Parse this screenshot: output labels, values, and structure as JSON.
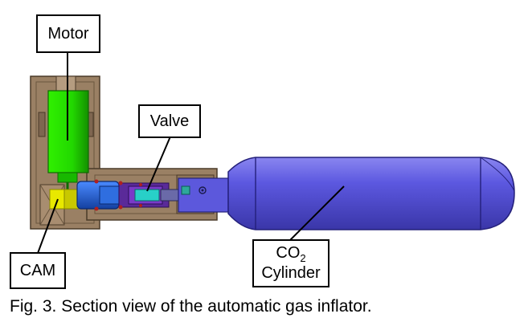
{
  "labels": {
    "motor": "Motor",
    "valve": "Valve",
    "cam": "CAM",
    "co2_prefix": "CO",
    "co2_subscript": "2",
    "cylinder": "Cylinder"
  },
  "caption": {
    "figure_label": "Fig. 3.",
    "text": "Section view of the automatic gas inflator."
  },
  "colors": {
    "housing": "#9c8266",
    "motor": "#22dd00",
    "cam": "#e8e800",
    "valve_blue": "#1f5fd0",
    "valve_purple": "#5a2a99",
    "cylinder": "#5550d8"
  }
}
